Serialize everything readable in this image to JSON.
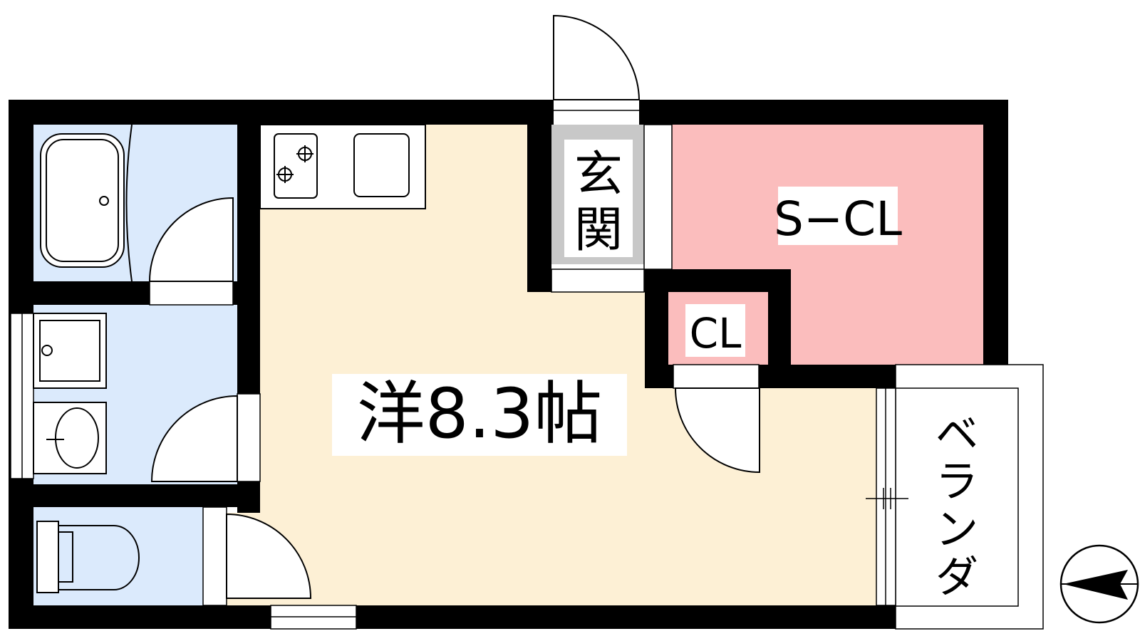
{
  "floorplan": {
    "main_room_label": "洋8.3帖",
    "entrance_label": [
      "玄",
      "関"
    ],
    "storage_closet_label": "S−CL",
    "closet_label": "CL",
    "balcony_label": [
      "ベ",
      "ラ",
      "ン",
      "ダ"
    ]
  },
  "colors": {
    "wall": "#000000",
    "main_room_fill": "#fdf0d5",
    "wet_area_fill": "#dbeafc",
    "closet_fill": "#fbbdbd",
    "entrance_fill": "#c8c8c8",
    "balcony_fill": "#ffffff",
    "label_background": "#ffffff"
  },
  "icons": [
    "bathtub-icon",
    "stove-icon",
    "sink-icon",
    "washbasin-icon",
    "washing-machine-icon",
    "toilet-icon",
    "door-swing-icon",
    "north-compass-icon"
  ]
}
